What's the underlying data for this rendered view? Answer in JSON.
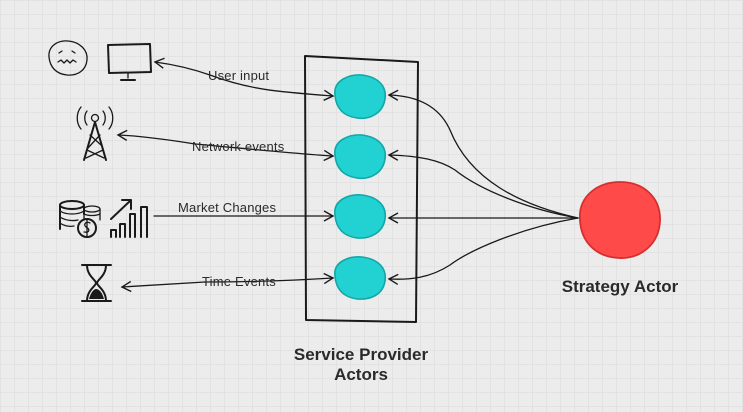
{
  "edges": {
    "user_input": "User input",
    "network_events": "Network events",
    "market_changes": "Market Changes",
    "time_events": "Time Events"
  },
  "nodes": {
    "service_provider_line1": "Service Provider",
    "service_provider_line2": "Actors",
    "strategy_actor": "Strategy Actor"
  },
  "icons": [
    "face-icon",
    "monitor-icon",
    "antenna-icon",
    "coins-icon",
    "bar-chart-icon",
    "hourglass-icon"
  ],
  "colors": {
    "provider_fill": "#22d1d1",
    "strategy_fill": "#ff4a4a",
    "ink": "#1a1a1a"
  }
}
